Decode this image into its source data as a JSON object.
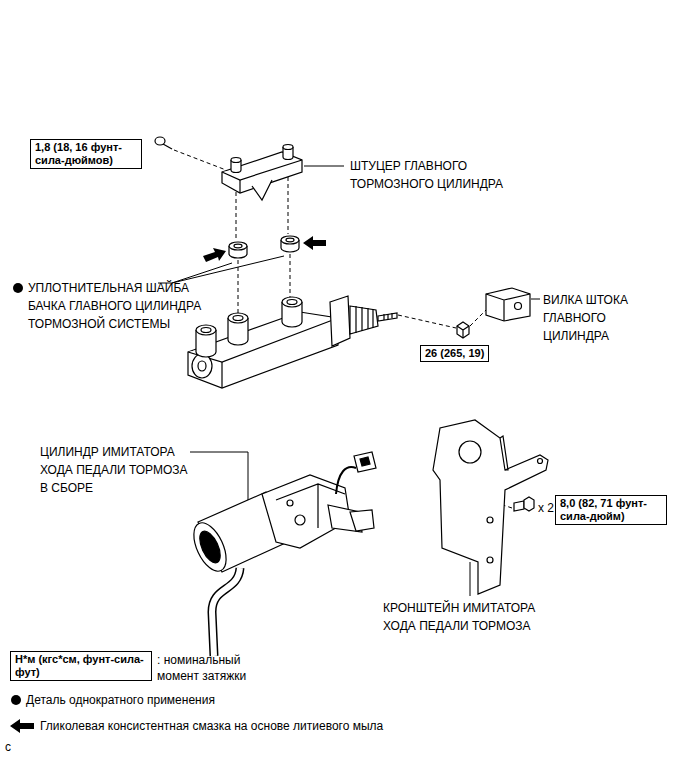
{
  "diagram": {
    "nodes": [
      {
        "text": [
          "1,8 (18, 16 фунт-сила-дюймов)"
        ]
      },
      {
        "text": [
          "26 (265, 19)"
        ]
      },
      {
        "text": [
          "8,0 (82, 71 фунт-сила-дюйм)"
        ]
      },
      {
        "text": [
          "Н*м (кгс*см, фунт-сила-фут)"
        ]
      }
    ],
    "labels": [
      "ШТУЦЕР ГЛАВНОГО ТОРМОЗНОГО ЦИЛИНДРА",
      "УПЛОТНИТЕЛЬНАЯ ШАЙБА БАЧКА ГЛАВНОГО ЦИЛИНДРА ТОРМОЗНОЙ СИСТЕМЫ",
      "ВИЛКА ШТОКА ГЛАВНОГО ЦИЛИНДРА",
      "ЦИЛИНДР ИМИТАТОРА ХОДА ПЕДАЛИ ТОРМОЗА В СБОРЕ",
      "x 2",
      "КРОНШТЕЙН ИМИТАТОРА ХОДА ПЕДАЛИ ТОРМОЗА",
      "c"
    ],
    "legend": [
      {
        "text": ": номинальный момент затяжки"
      },
      {
        "text": "Деталь однократного применения"
      },
      {
        "text": "Гликолевая консистентная смазка на основе литиевого мыла"
      }
    ]
  }
}
